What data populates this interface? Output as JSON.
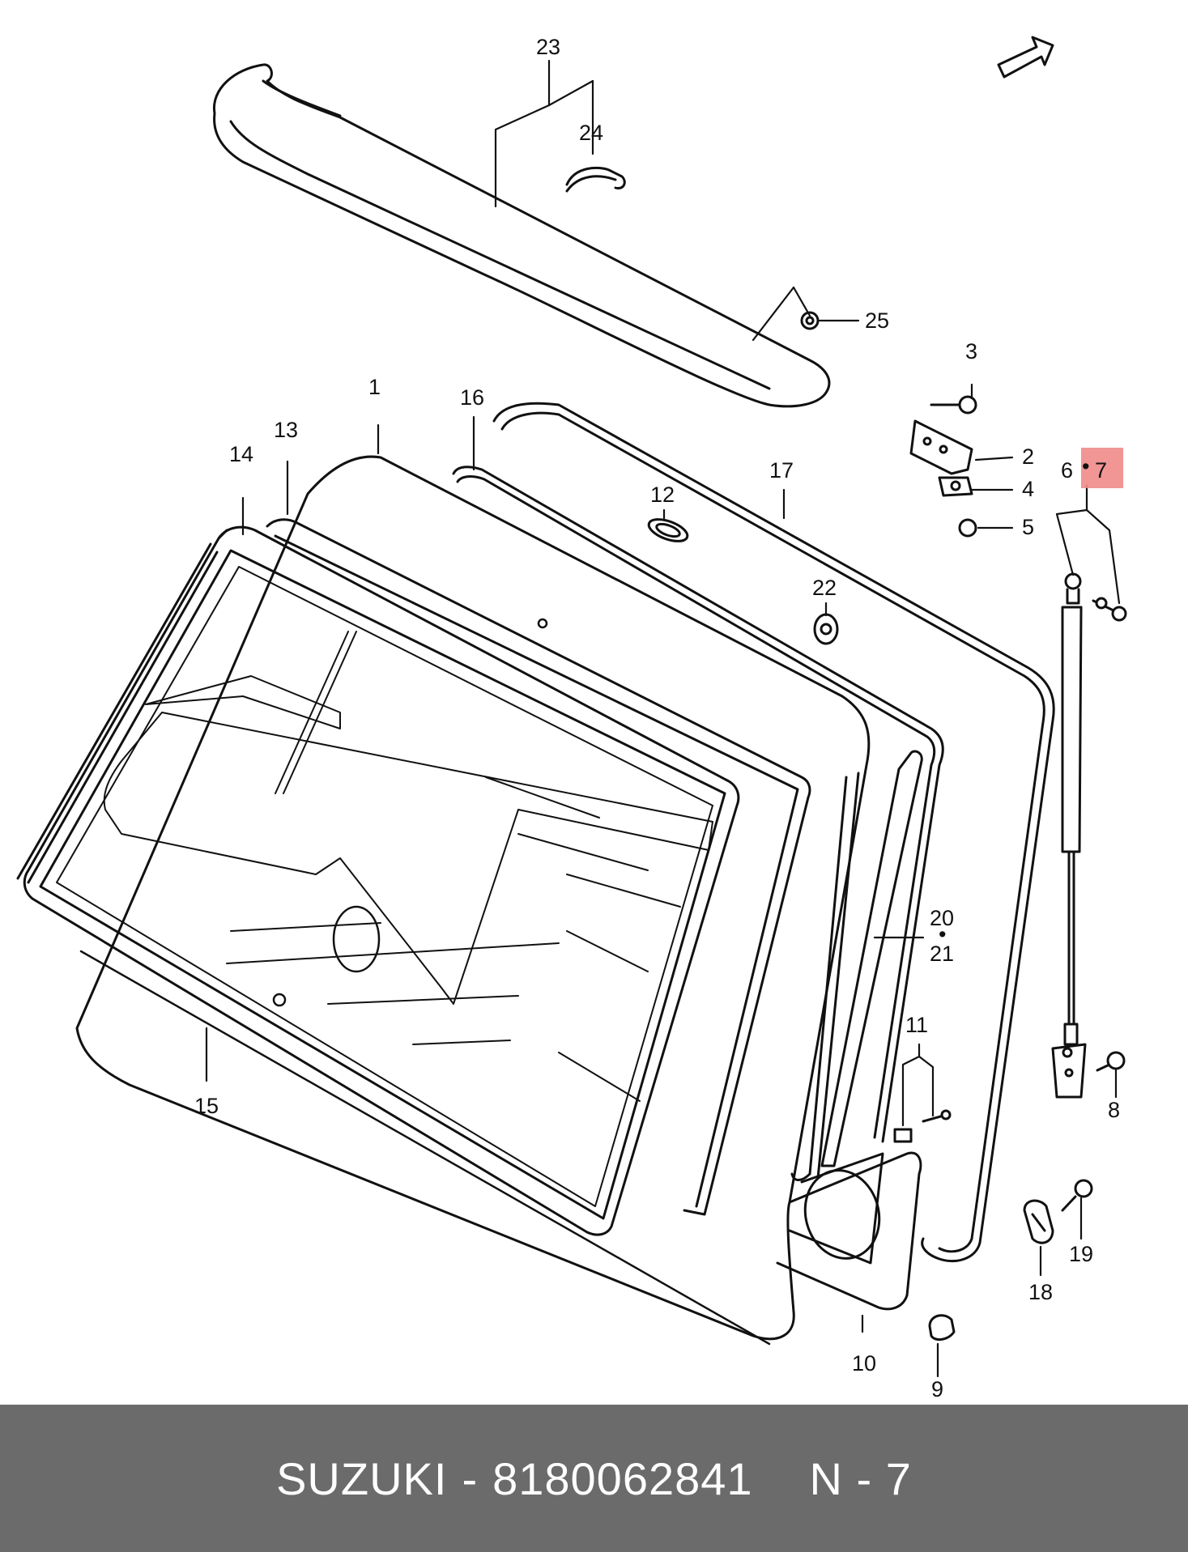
{
  "diagram": {
    "fwd_label": "FWD",
    "highlight_color": "#f08a8a",
    "callouts": [
      {
        "id": "c1",
        "label": "1"
      },
      {
        "id": "c2",
        "label": "2"
      },
      {
        "id": "c3",
        "label": "3"
      },
      {
        "id": "c4",
        "label": "4"
      },
      {
        "id": "c5",
        "label": "5"
      },
      {
        "id": "c6",
        "label": "6"
      },
      {
        "id": "c7",
        "label": "7"
      },
      {
        "id": "c8",
        "label": "8"
      },
      {
        "id": "c9",
        "label": "9"
      },
      {
        "id": "c10",
        "label": "10"
      },
      {
        "id": "c11",
        "label": "11"
      },
      {
        "id": "c12",
        "label": "12"
      },
      {
        "id": "c13",
        "label": "13"
      },
      {
        "id": "c14",
        "label": "14"
      },
      {
        "id": "c15",
        "label": "15"
      },
      {
        "id": "c16",
        "label": "16"
      },
      {
        "id": "c17",
        "label": "17"
      },
      {
        "id": "c18",
        "label": "18"
      },
      {
        "id": "c19",
        "label": "19"
      },
      {
        "id": "c20",
        "label": "20"
      },
      {
        "id": "c21",
        "label": "21"
      },
      {
        "id": "c22",
        "label": "22"
      },
      {
        "id": "c23",
        "label": "23"
      },
      {
        "id": "c24",
        "label": "24"
      },
      {
        "id": "c25",
        "label": "25"
      }
    ]
  },
  "footer": {
    "brand": "SUZUKI",
    "dash": "-",
    "part_number": "8180062841",
    "ref": "N - 7",
    "background": "#6b6b6b"
  }
}
